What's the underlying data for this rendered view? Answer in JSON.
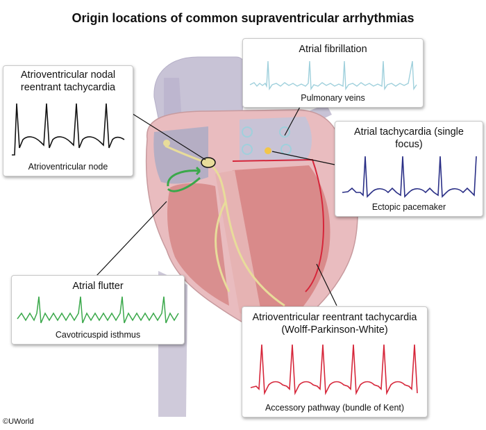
{
  "title": "Origin locations of common supraventricular arrhythmias",
  "copyright": "©UWorld",
  "panels": [
    {
      "title": "Atrioventricular nodal reentrant tachycardia",
      "location": "Atrioventricular node",
      "trace_color": "#111111"
    },
    {
      "title": "Atrial fibrillation",
      "location": "Pulmonary veins",
      "trace_color": "#9fd0dc"
    },
    {
      "title": "Atrial tachycardia (single focus)",
      "location": "Ectopic pacemaker",
      "trace_color": "#2a2f86"
    },
    {
      "title": "Atrial flutter",
      "location": "Cavotricuspid isthmus",
      "trace_color": "#3aa84a"
    },
    {
      "title": "Atrioventricular reentrant tachycardia (Wolff-Parkinson-White)",
      "location": "Accessory pathway (bundle of Kent)",
      "trace_color": "#d6263a"
    }
  ]
}
